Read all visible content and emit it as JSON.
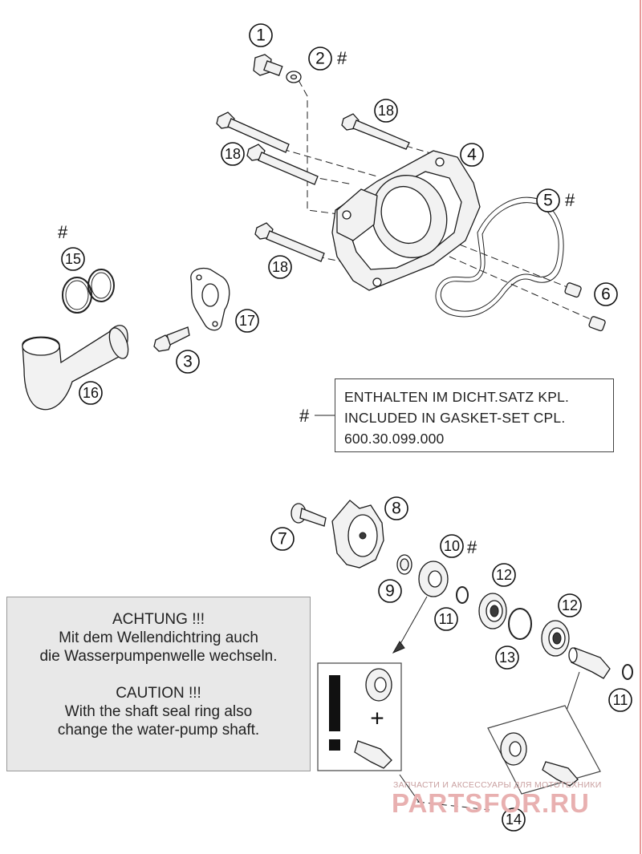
{
  "note": {
    "symbol": "#",
    "line1": "ENTHALTEN IM DICHT.SATZ KPL.",
    "line2": "INCLUDED IN GASKET-SET CPL.",
    "line3": "600.30.099.000"
  },
  "caution": {
    "de_title": "ACHTUNG !!!",
    "de_line1": "Mit dem Wellendichtring auch",
    "de_line2": "die Wasserpumpenwelle wechseln.",
    "en_title": "CAUTION !!!",
    "en_line1": "With the shaft seal ring also",
    "en_line2": "change the water-pump shaft."
  },
  "inset": {
    "exclamation": "!",
    "plus": "+"
  },
  "hash_marks": {
    "h2": "#",
    "h5": "#",
    "h10": "#",
    "h15": "#"
  },
  "callouts": {
    "c1": "1",
    "c2": "2",
    "c3": "3",
    "c4": "4",
    "c5": "5",
    "c6": "6",
    "c7": "7",
    "c8": "8",
    "c9": "9",
    "c10": "10",
    "c11a": "11",
    "c11b": "11",
    "c12a": "12",
    "c12b": "12",
    "c13": "13",
    "c14": "14",
    "c15": "15",
    "c16": "16",
    "c17": "17",
    "c18a": "18",
    "c18b": "18",
    "c18c": "18"
  },
  "watermark": {
    "line1": "ЗАПЧАСТИ И АКСЕССУАРЫ ДЛЯ МОТОТЕХНИКИ",
    "line2": "PARTSFOR.RU"
  }
}
